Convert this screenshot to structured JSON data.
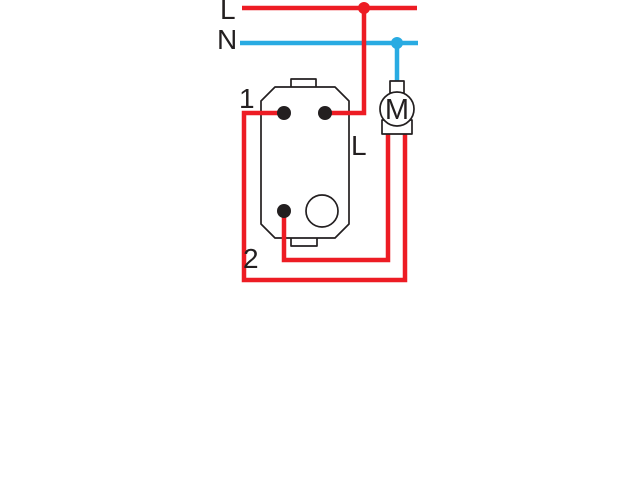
{
  "diagram": {
    "labels": {
      "live_line": "L",
      "neutral_line": "N",
      "terminal_1": "1",
      "terminal_2": "2",
      "terminal_l": "L",
      "motor": "M"
    },
    "colors": {
      "live": "#ED1C24",
      "neutral": "#29ABE2",
      "outline": "#231F20",
      "device_fill": "#FFFFFF",
      "text": "#231F20",
      "background": "#FFFFFF"
    }
  }
}
